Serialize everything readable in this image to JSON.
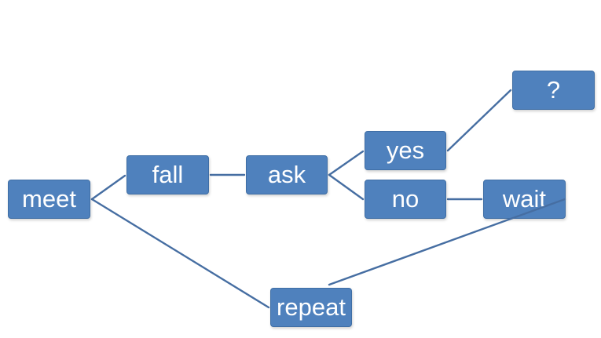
{
  "diagram": {
    "nodes": {
      "meet": "meet",
      "fall": "fall",
      "ask": "ask",
      "yes": "yes",
      "no": "no",
      "question": "?",
      "wait": "wait",
      "repeat": "repeat"
    },
    "edges": [
      [
        "meet",
        "fall"
      ],
      [
        "fall",
        "ask"
      ],
      [
        "ask",
        "yes"
      ],
      [
        "ask",
        "no"
      ],
      [
        "yes",
        "question"
      ],
      [
        "no",
        "wait"
      ],
      [
        "meet",
        "repeat"
      ],
      [
        "repeat",
        "wait"
      ]
    ],
    "colors": {
      "node_fill": "#4f81bd",
      "node_border": "#3f6ea5",
      "connector": "#466ea2",
      "text": "#ffffff"
    }
  }
}
